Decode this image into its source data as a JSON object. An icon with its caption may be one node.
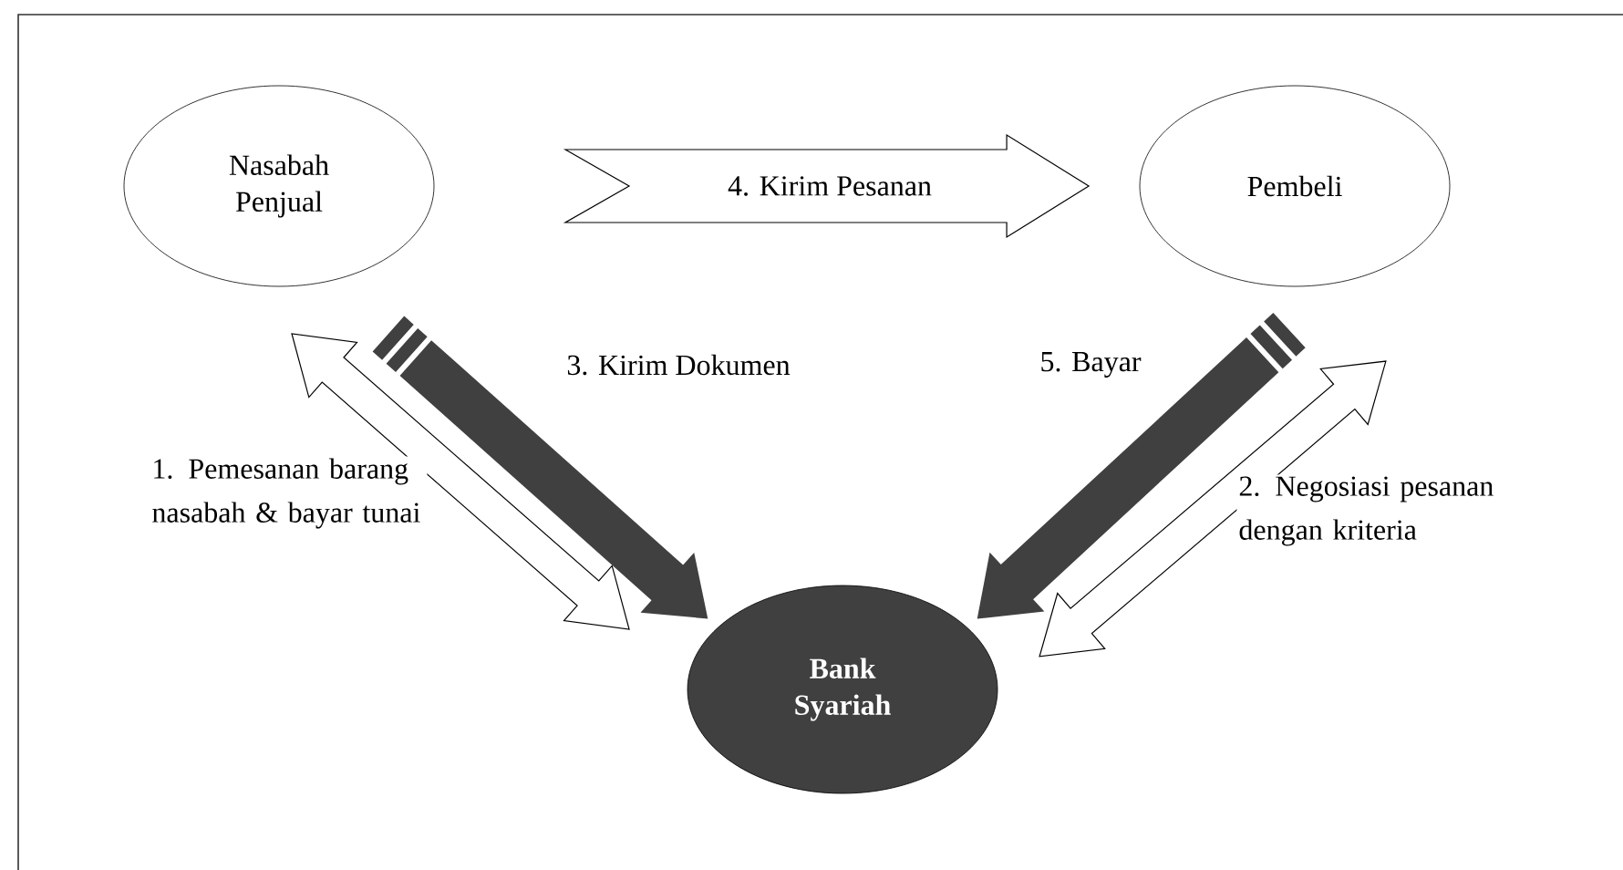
{
  "diagram": {
    "nodes": [
      {
        "text": [
          "Nasabah Penjual"
        ]
      },
      {
        "text": [
          "Pembeli"
        ]
      },
      {
        "text": [
          "Bank Syariah"
        ]
      }
    ],
    "edges": [
      {
        "from": 0,
        "to": 1,
        "arrow": "to",
        "label": "4. Kirim Pesanan"
      },
      {
        "from": 0,
        "to": 2,
        "arrow": "both",
        "label": "1. Pemesanan barang nasabah & bayar tunai"
      },
      {
        "from": 0,
        "to": 2,
        "arrow": "to",
        "label": "3. Kirim Dokumen",
        "color": "#404040"
      },
      {
        "from": 1,
        "to": 2,
        "arrow": "to",
        "label": "5. Bayar",
        "color": "#404040"
      },
      {
        "from": 1,
        "to": 2,
        "arrow": "both",
        "label": "2. Negosiasi pesanan dengan kriteria"
      }
    ]
  }
}
